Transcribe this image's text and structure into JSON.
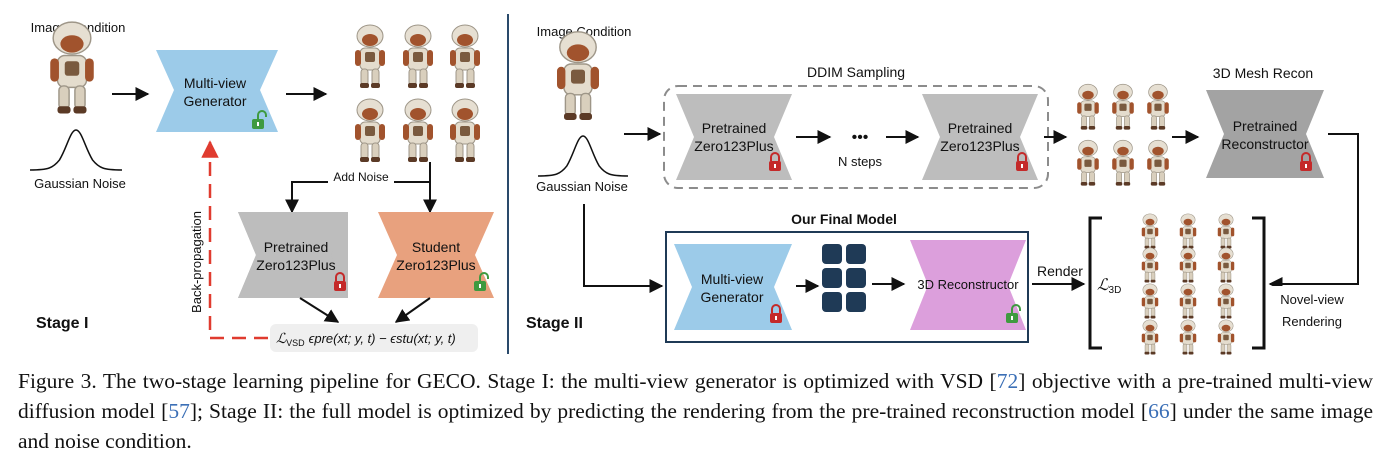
{
  "stage1": {
    "image_condition": "Image Condition",
    "gaussian_noise": "Gaussian Noise",
    "generator_line1": "Multi-view",
    "generator_line2": "Generator",
    "add_noise": "Add Noise",
    "pretrained_line1": "Pretrained",
    "pretrained_line2": "Zero123Plus",
    "student_line1": "Student",
    "student_line2": "Zero123Plus",
    "back_propagation": "Back-propagation",
    "stage_label": "Stage I",
    "loss_symbol": "ℒ",
    "loss_sub": "VSD",
    "loss_formula": "ϵpre(xt; y, t) − ϵstu(xt; y, t)"
  },
  "stage2": {
    "image_condition": "Image Condition",
    "gaussian_noise": "Gaussian Noise",
    "ddim_sampling": "DDIM Sampling",
    "pretrained_a_line1": "Pretrained",
    "pretrained_a_line2": "Zero123Plus",
    "dots": "•••",
    "n_steps": "N steps",
    "pretrained_b_line1": "Pretrained",
    "pretrained_b_line2": "Zero123Plus",
    "mesh_recon": "3D Mesh Recon",
    "reconstructor_line1": "Pretrained",
    "reconstructor_line2": "Reconstructor",
    "final_model": "Our Final Model",
    "generator_line1": "Multi-view",
    "generator_line2": "Generator",
    "reconstructor3d": "3D Reconstructor",
    "render": "Render",
    "loss_symbol": "ℒ",
    "loss_sub": "3D",
    "novel_view_line1": "Novel-view",
    "novel_view_line2": "Rendering",
    "stage_label": "Stage II"
  },
  "caption": {
    "p1": "Figure 3. The two-stage learning pipeline for GECO. Stage I: the multi-view generator is optimized with VSD [",
    "ref1": "72",
    "p2": "] objective with a pre-trained multi-view diffusion model [",
    "ref2": "57",
    "p3": "]; Stage II: the full model is optimized by predicting the rendering from the pre-trained reconstruction model [",
    "ref3": "66",
    "p4": "] under the same image and noise condition."
  },
  "colors": {
    "generator_blue": "#9ccbe9",
    "pretrained_gray": "#bdbdbd",
    "student_orange": "#e8a17e",
    "reconstructor_pink": "#dc9fdc",
    "reconstructor_gray": "#a3a3a3",
    "grid_navy": "#1f3a56",
    "backprop_red": "#e03b2f",
    "lock_red": "#c42a2a",
    "unlock_green": "#3f9a40",
    "divider_blue": "#2a4a6b",
    "cite_blue": "#3b6fb6"
  },
  "icons": {
    "locked": "lock-icon",
    "unlocked": "unlock-icon",
    "object": "dinosaur-astronaut-icon"
  }
}
